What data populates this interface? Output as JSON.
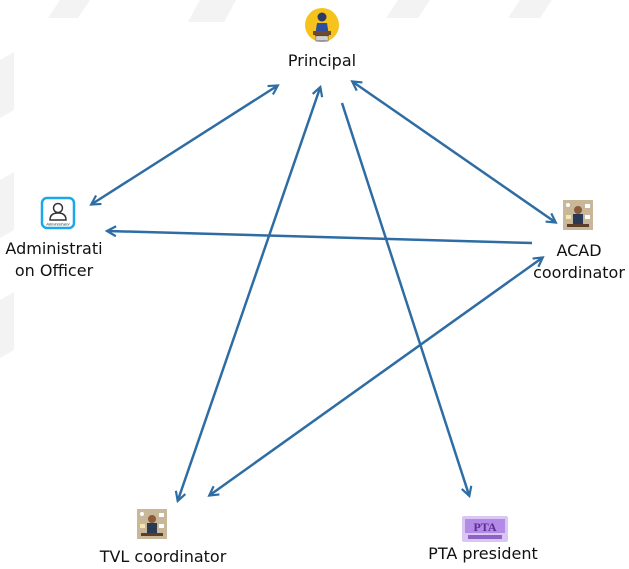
{
  "diagram": {
    "nodes": {
      "principal": {
        "label": "Principal",
        "icon": "principal-icon"
      },
      "admin": {
        "label_line1": "Administrati",
        "label_line2": "on Officer",
        "icon": "administrator-icon",
        "icon_caption": "Administrator"
      },
      "acad": {
        "label_line1": "ACAD",
        "label_line2": "coordinator",
        "icon": "busy-worker-icon"
      },
      "tvl": {
        "label": "TVL coordinator",
        "icon": "busy-worker-icon"
      },
      "pta": {
        "label": "PTA president",
        "icon": "pta-icon",
        "icon_text": "PTA"
      }
    },
    "arrow_color": "#2E6DA4",
    "connections": [
      {
        "from": "principal",
        "to": "admin",
        "direction": "both"
      },
      {
        "from": "principal",
        "to": "acad",
        "direction": "both"
      },
      {
        "from": "principal",
        "to": "tvl",
        "direction": "both"
      },
      {
        "from": "principal",
        "to": "pta",
        "direction": "forward"
      },
      {
        "from": "acad",
        "to": "admin",
        "direction": "forward"
      },
      {
        "from": "acad",
        "to": "tvl",
        "direction": "both"
      }
    ]
  }
}
